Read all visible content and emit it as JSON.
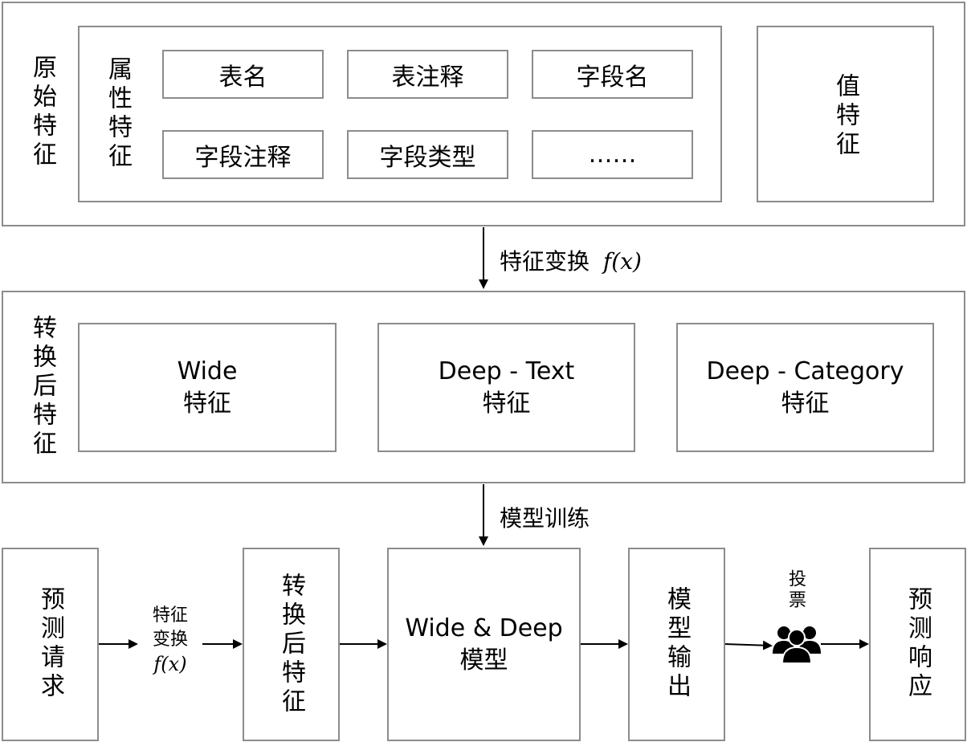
{
  "raw_features": {
    "label": "原始特征",
    "attribute": {
      "label": "属性特征",
      "items": [
        "表名",
        "表注释",
        "字段名",
        "字段注释",
        "字段类型",
        "……"
      ]
    },
    "value_label": "值特征"
  },
  "transform_edge": {
    "label": "特征变换",
    "math": "f(x)"
  },
  "transformed": {
    "label": "转换后特征",
    "boxes": [
      {
        "title": "Wide",
        "sub": "特征"
      },
      {
        "title": "Deep - Text",
        "sub": "特征"
      },
      {
        "title": "Deep - Category",
        "sub": "特征"
      }
    ]
  },
  "train_edge": {
    "label": "模型训练"
  },
  "pipeline": {
    "request": "预测请求",
    "transform_line1": "特征",
    "transform_line2": "变换",
    "transform_math": "f(x)",
    "transformed": "转换后特征",
    "model_line1": "Wide & Deep",
    "model_line2": "模型",
    "output": "模型输出",
    "vote": "投票",
    "response": "预测响应"
  },
  "icons": {
    "vote": "people-group-icon"
  }
}
